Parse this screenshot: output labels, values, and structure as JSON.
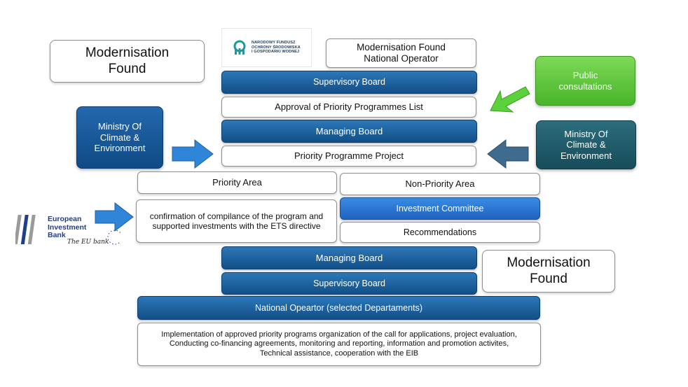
{
  "logos": {
    "nfosigw": {
      "lines": [
        "NARODOWY FUNDUSZ",
        "OCHRONY ŚRODOWISKA",
        "I GOSPODARKI WODNEJ"
      ]
    },
    "eib": {
      "name_lines": [
        "European",
        "Investment",
        "Bank"
      ],
      "tagline": "The EU bank"
    }
  },
  "boxes": {
    "modernisation_found_top": [
      "Modernisation",
      "Found"
    ],
    "mf_national_operator": [
      "Modernisation Found",
      "National Operator"
    ],
    "supervisory_board_top": "Supervisory Board",
    "approval_priority_list": "Approval of Priority Programmes List",
    "managing_board_top": "Managing Board",
    "priority_programme_project": "Priority Programme Project",
    "public_consultations": [
      "Public",
      "consultations"
    ],
    "ministry_left": [
      "Ministry Of",
      "Climate &",
      "Environment"
    ],
    "ministry_right": [
      "Ministry Of",
      "Climate &",
      "Environment"
    ],
    "priority_area": "Priority Area",
    "non_priority_area": "Non-Priority Area",
    "confirmation": [
      "confirmation of compilance of the program and",
      "supported investments with the ETS directive"
    ],
    "investment_committee": "Investment Committee",
    "recommendations": "Recommendations",
    "managing_board_bottom": "Managing Board",
    "supervisory_board_bottom": "Supervisory Board",
    "modernisation_found_bottom": [
      "Modernisation",
      "Found"
    ],
    "national_operator": "National Opeartor (selected Departaments)",
    "implementation": [
      "Implementation of approved priority programs organization of the call for applications, project evaluation,",
      "Conducting co-financing agreements, monitoring and reporting, information and promotion activites,",
      "Technical assistance, cooperation with the EIB"
    ]
  },
  "colors": {
    "dark_blue": "#1a5c99",
    "bright_blue": "#2a74d0",
    "green": "#5cc83a",
    "teal": "#1f5d6c",
    "arrow_green": "#5bd13c",
    "arrow_blue": "#2f86d9",
    "arrow_slate": "#3f6b8f"
  }
}
